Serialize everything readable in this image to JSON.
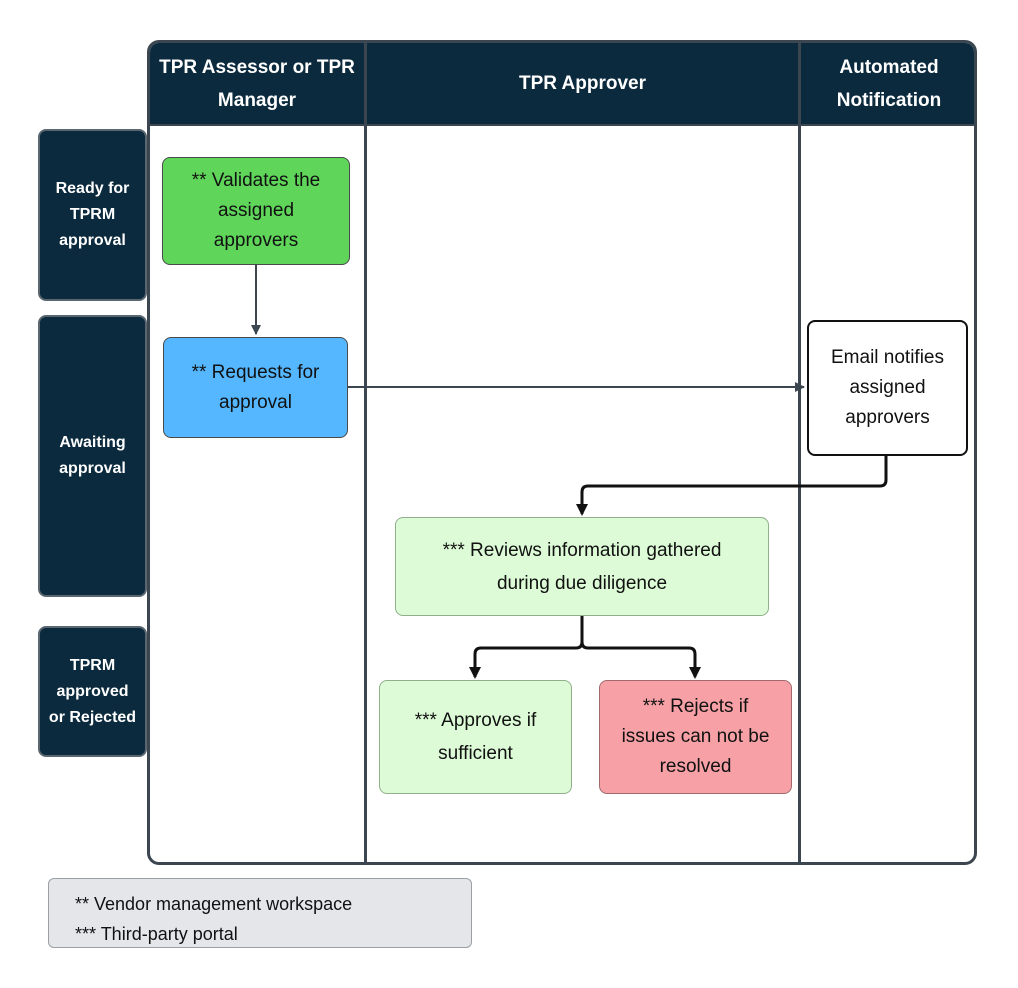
{
  "lanes": [
    {
      "title": "TPR Assessor or TPR Manager"
    },
    {
      "title": "TPR Approver"
    },
    {
      "title": "Automated Notification"
    }
  ],
  "stages": [
    {
      "label": "Ready for TPRM approval"
    },
    {
      "label": "Awaiting approval"
    },
    {
      "label": "TPRM approved or Rejected"
    }
  ],
  "nodes": {
    "validate": {
      "text": "** Validates the assigned approvers",
      "color": "#5fd65a"
    },
    "request": {
      "text": "** Requests for approval",
      "color": "#54b7ff"
    },
    "email": {
      "text": "Email notifies assigned approvers",
      "color": "#ffffff"
    },
    "review": {
      "text": "*** Reviews information gathered during due diligence",
      "color": "#dcfbd6"
    },
    "approve": {
      "text": "*** Approves if sufficient",
      "color": "#dcfbd6"
    },
    "reject": {
      "text": "*** Rejects if issues can not be resolved",
      "color": "#f7a1a6"
    }
  },
  "legend": {
    "line1": "** Vendor management workspace",
    "line2": "*** Third-party portal"
  },
  "colors": {
    "header": "#0b2a3d",
    "border": "#3b4650",
    "arrow": "#3b4650"
  }
}
